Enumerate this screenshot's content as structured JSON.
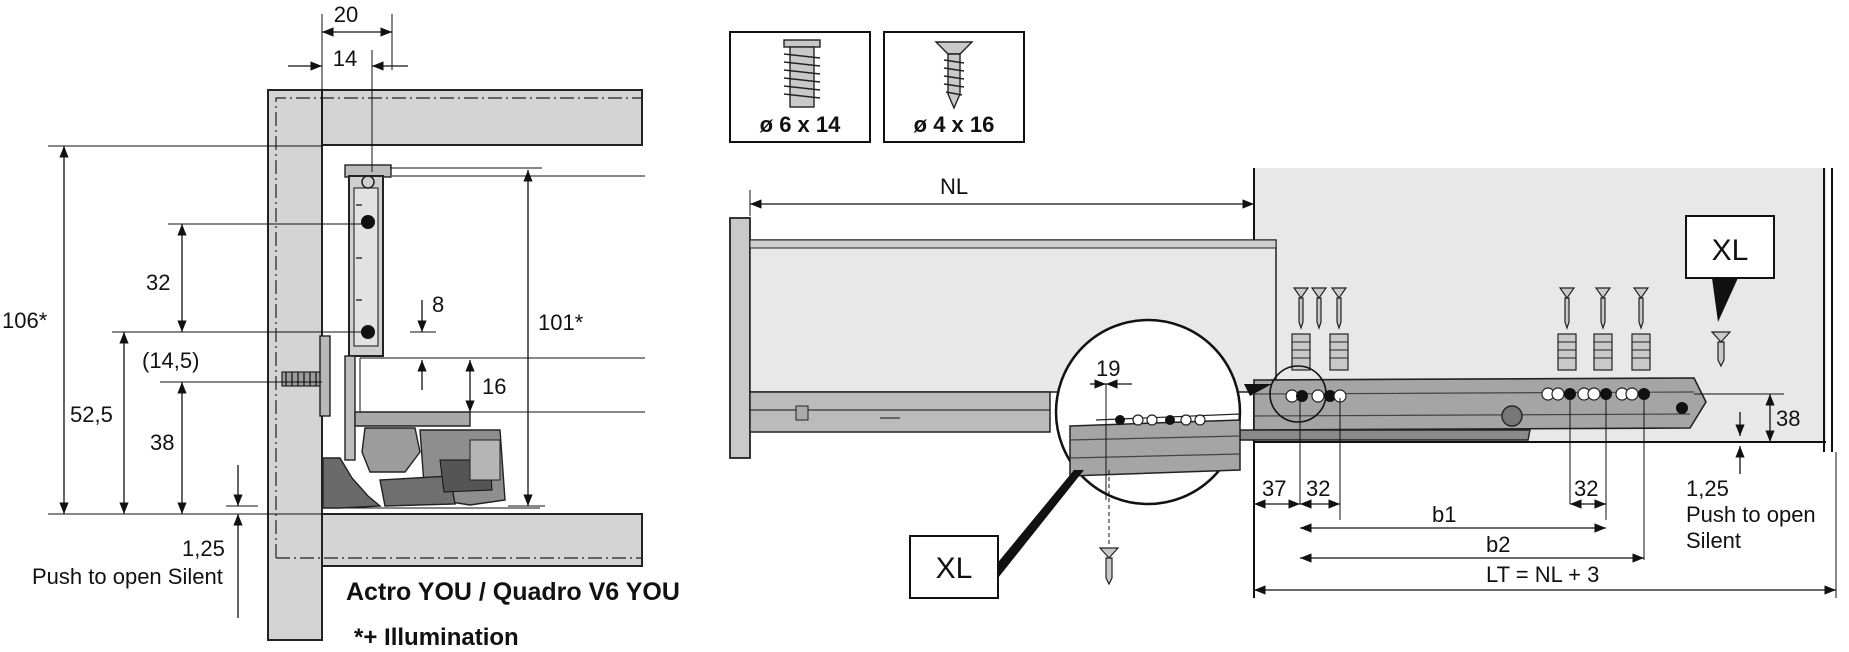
{
  "colors": {
    "panel": "#d4d4d4",
    "cabinet_bg": "#e8e8e8",
    "stroke": "#111111"
  },
  "section_view": {
    "dim_20": "20",
    "dim_14": "14",
    "dim_106": "106*",
    "dim_32": "32",
    "dim_8": "8",
    "dim_101": "101*",
    "dim_14_5": "(14,5)",
    "dim_16": "16",
    "dim_52_5": "52,5",
    "dim_38": "38",
    "dim_1_25": "1,25",
    "push_label": "Push to open Silent",
    "product_title": "Actro YOU / Quadro V6 YOU",
    "footnote": "*+ Illumination"
  },
  "screws": [
    {
      "label": "ø 6 x 14",
      "icon": "flat-tip-screw-icon"
    },
    {
      "label": "ø 4 x 16",
      "icon": "countersunk-wood-screw-icon"
    }
  ],
  "side_view": {
    "nl": "NL",
    "xl_top": "XL",
    "xl_bottom": "XL",
    "detail_19": "19",
    "dim_38": "38",
    "dim_37": "37",
    "dim_32_left": "32",
    "dim_32_right": "32",
    "b1": "b1",
    "b2": "b2",
    "lt": "LT = NL + 3",
    "dim_1_25": "1,25",
    "push_line1": "Push to open",
    "push_line2": "Silent"
  }
}
